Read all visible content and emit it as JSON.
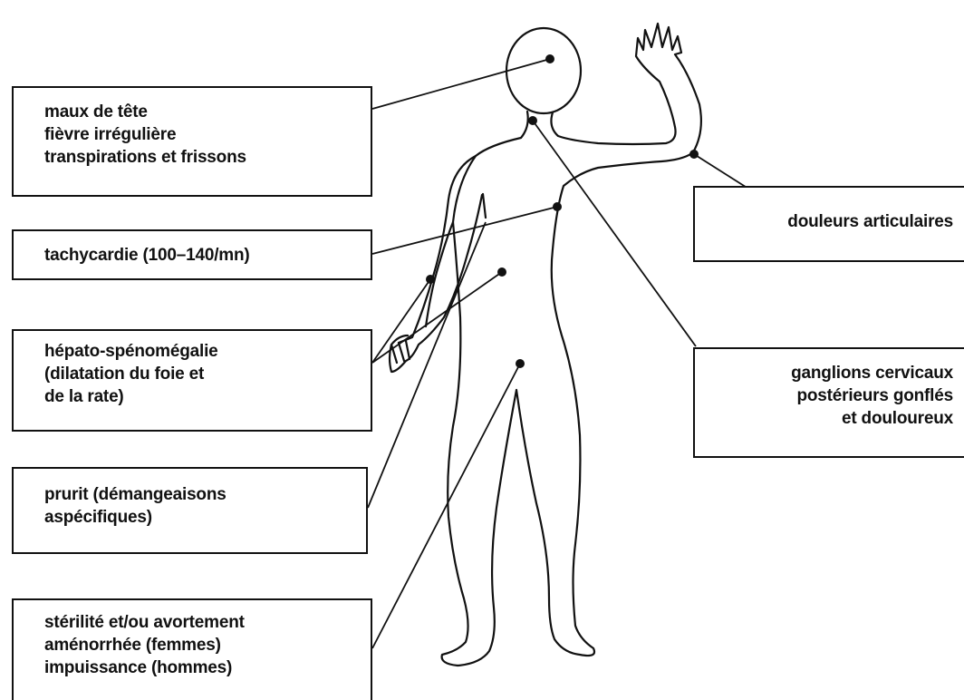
{
  "colors": {
    "ink": "#111111",
    "paper": "#ffffff"
  },
  "labels": {
    "head": [
      "maux de tête",
      "fièvre irrégulière",
      "transpirations et frissons"
    ],
    "heart": [
      "tachycardie (100–140/mn)"
    ],
    "liver": [
      "hépato-spénomégalie",
      "(dilatation du foie et",
      "de la rate)"
    ],
    "itch": [
      "prurit (démangeaisons",
      "aspécifiques)"
    ],
    "sterility": [
      "stérilité et/ou avortement",
      "aménorrhée (femmes)",
      "impuissance (hommes)"
    ],
    "joints": [
      "douleurs articulaires"
    ],
    "ganglia": [
      "ganglions cervicaux",
      "postérieurs gonflés",
      "et douloureux"
    ]
  }
}
